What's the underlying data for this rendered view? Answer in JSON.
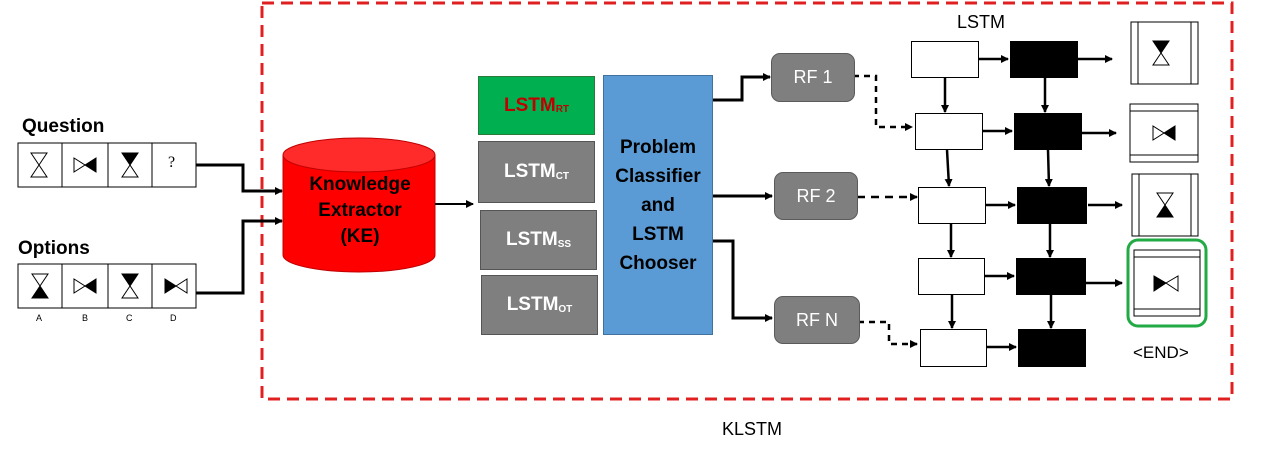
{
  "colors": {
    "frame_dash": "#e02020",
    "ke_fill": "#ff0000",
    "rt_fill": "#00b050",
    "rt_text": "#c00000",
    "lstm_gray": "#7f7f7f",
    "classifier_blue": "#5b9bd5",
    "highlight_green": "#22aa44"
  },
  "inputs": {
    "question_label": "Question",
    "options_label": "Options",
    "question_mark": "?",
    "option_letters": [
      "A",
      "B",
      "C",
      "D"
    ]
  },
  "ke": {
    "line1": "Knowledge",
    "line2": "Extractor",
    "line3": "(KE)"
  },
  "lstm_models": [
    {
      "base": "LSTM",
      "sub": "RT"
    },
    {
      "base": "LSTM",
      "sub": "CT"
    },
    {
      "base": "LSTM",
      "sub": "SS"
    },
    {
      "base": "LSTM",
      "sub": "OT"
    }
  ],
  "classifier": {
    "line1": "Problem",
    "line2": "Classifier",
    "line3": "and",
    "line4": "LSTM",
    "line5": "Chooser"
  },
  "rf_labels": [
    "RF 1",
    "RF 2",
    "RF N"
  ],
  "lstm_title": "LSTM",
  "end_label": "<END>",
  "frame_label": "KLSTM",
  "icons": [
    "hourglass-icon",
    "bowtie-icon"
  ]
}
